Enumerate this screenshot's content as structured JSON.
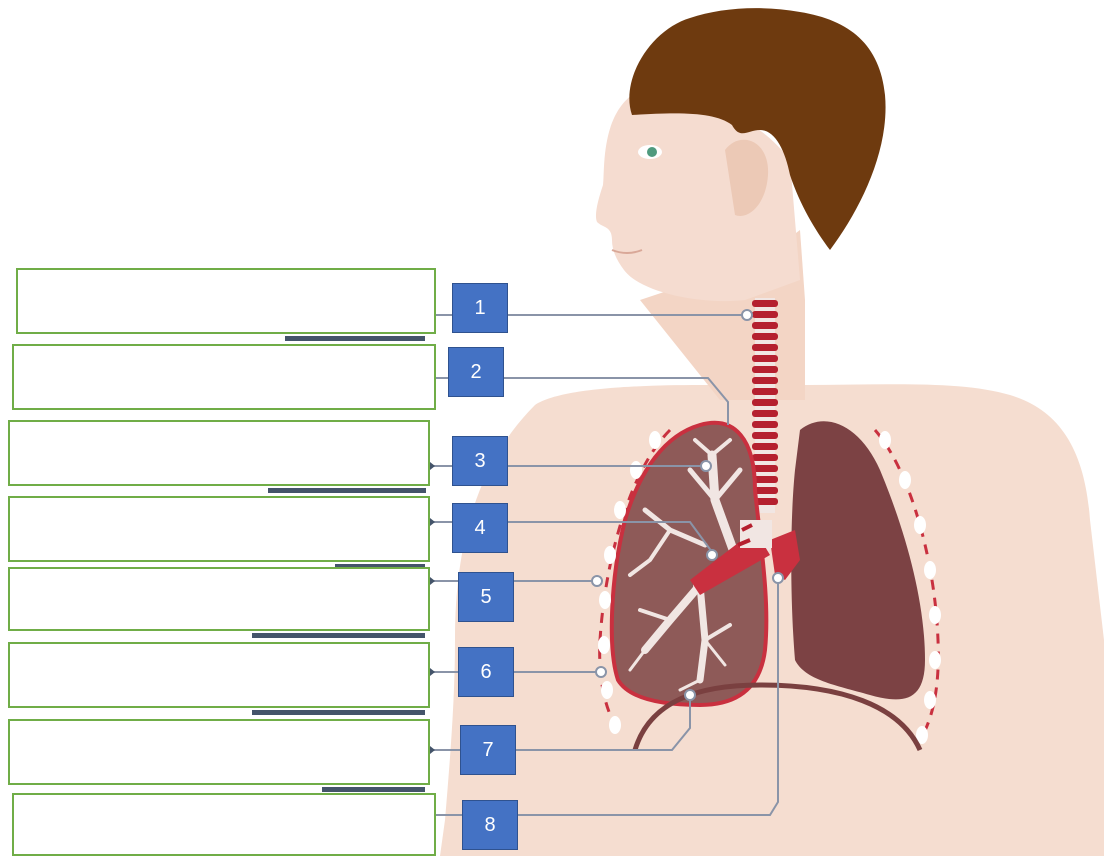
{
  "labels": [
    {
      "number": "1",
      "answer": ""
    },
    {
      "number": "2",
      "answer": ""
    },
    {
      "number": "3",
      "answer": ""
    },
    {
      "number": "4",
      "answer": ""
    },
    {
      "number": "5",
      "answer": ""
    },
    {
      "number": "6",
      "answer": ""
    },
    {
      "number": "7",
      "answer": ""
    },
    {
      "number": "8",
      "answer": ""
    }
  ],
  "colors": {
    "skin": "#f5ddd0",
    "skin_shadow": "#ecc9b6",
    "hair": "#6e3a0f",
    "eye": "#4f9a7e",
    "trachea": "#b5202f",
    "lung_left": "#8e5a58",
    "lung_right": "#7c4244",
    "lung_outline": "#c9303f",
    "bronchi": "#f1e6e3",
    "diaphragm": "#7a4040",
    "leader_line": "#8a94a8",
    "tag_fill": "#4472c4",
    "box_border": "#70ad47"
  }
}
